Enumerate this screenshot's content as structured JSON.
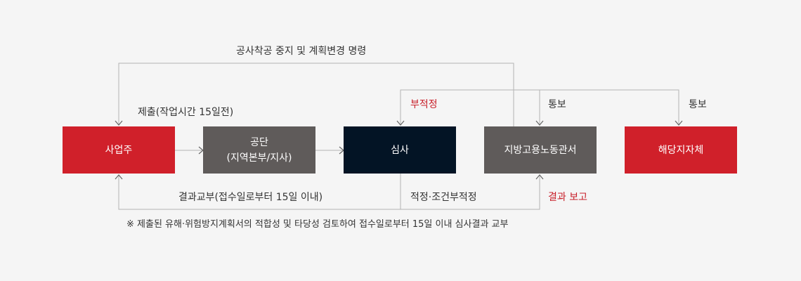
{
  "boxes": {
    "employer": "사업주",
    "agency": "공단\n(지역본부/지사)",
    "review": "심사",
    "labor_office": "지방고용노동관서",
    "local_gov": "해당지자체"
  },
  "labels": {
    "top_order": "공사착공 중지 및 계획변경 명령",
    "submit": "제출(작업시간 15일전)",
    "unsuitable": "부적정",
    "notify_1": "통보",
    "notify_2": "통보",
    "result_return": "결과교부(접수일로부터 15일 이내)",
    "suitable": "적정·조건부적정",
    "result_report": "결과 보고"
  },
  "note": "※ 제출된 유해·위험방지계획서의 적합성 및 타당성 검토하여 접수일로부터 15일 이내 심사결과 교부",
  "colors": {
    "red": "#d0202a",
    "gray": "#5f5b5a",
    "navy": "#031425",
    "line": "#b4b4b4",
    "accent_text": "#c8202a"
  }
}
